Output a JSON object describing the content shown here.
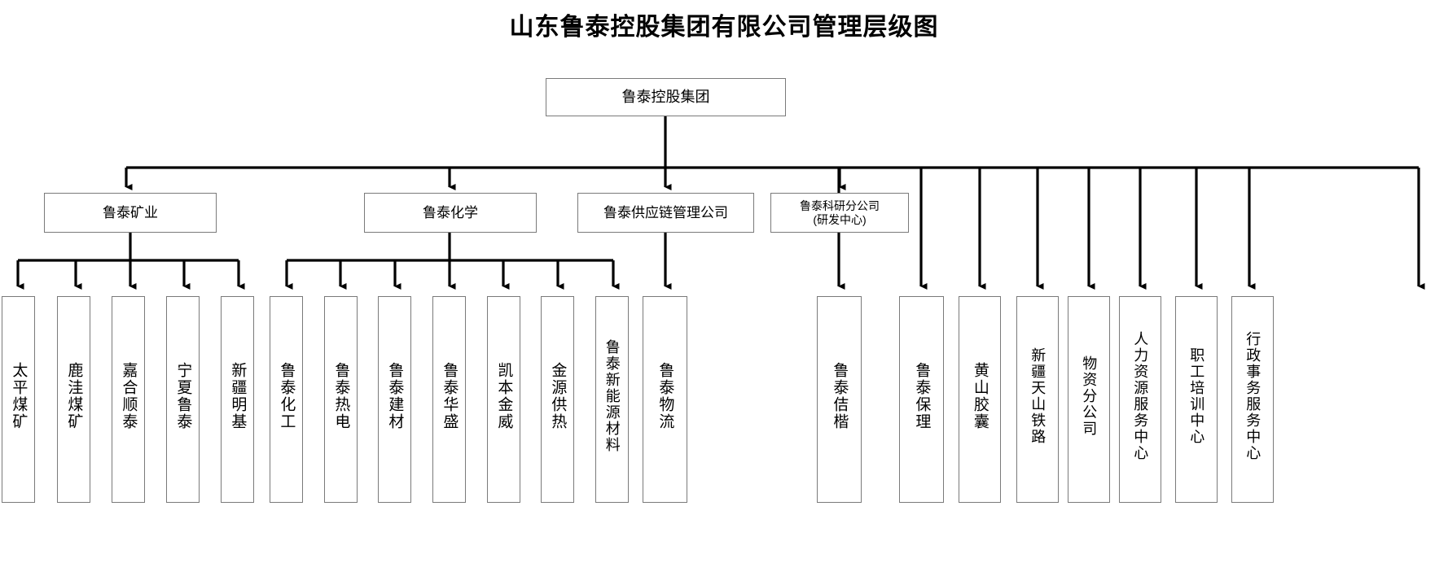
{
  "title": "山东鲁泰控股集团有限公司管理层级图",
  "root": {
    "label": "鲁泰控股集团"
  },
  "divisions": [
    {
      "label": "鲁泰矿业"
    },
    {
      "label": "鲁泰化学"
    },
    {
      "label": "鲁泰供应链管理公司"
    },
    {
      "label": "鲁泰科研分公司",
      "sublabel": "(研发中心)"
    }
  ],
  "mining_units": [
    {
      "label": "太平煤矿"
    },
    {
      "label": "鹿洼煤矿"
    },
    {
      "label": "嘉合顺泰"
    },
    {
      "label": "宁夏鲁泰"
    },
    {
      "label": "新疆明基"
    }
  ],
  "chemical_units": [
    {
      "label": "鲁泰化工"
    },
    {
      "label": "鲁泰热电"
    },
    {
      "label": "鲁泰建材"
    },
    {
      "label": "鲁泰华盛"
    },
    {
      "label": "凯本金威"
    },
    {
      "label": "金源供热"
    },
    {
      "label": "鲁泰新能源材料"
    }
  ],
  "supplychain_units": [
    {
      "label": "鲁泰物流"
    }
  ],
  "group_direct_units": [
    {
      "label": "鲁泰佶楷"
    },
    {
      "label": "鲁泰保理"
    },
    {
      "label": "黄山胶囊"
    },
    {
      "label": "新疆天山铁路"
    },
    {
      "label": "物资分公司"
    },
    {
      "label": "人力资源服务中心"
    },
    {
      "label": "职工培训中心"
    },
    {
      "label": "行政事务服务中心"
    }
  ],
  "colors": {
    "box_border": "#7a7a7a",
    "connector": "#000000",
    "text": "#000000",
    "background": "#ffffff"
  }
}
